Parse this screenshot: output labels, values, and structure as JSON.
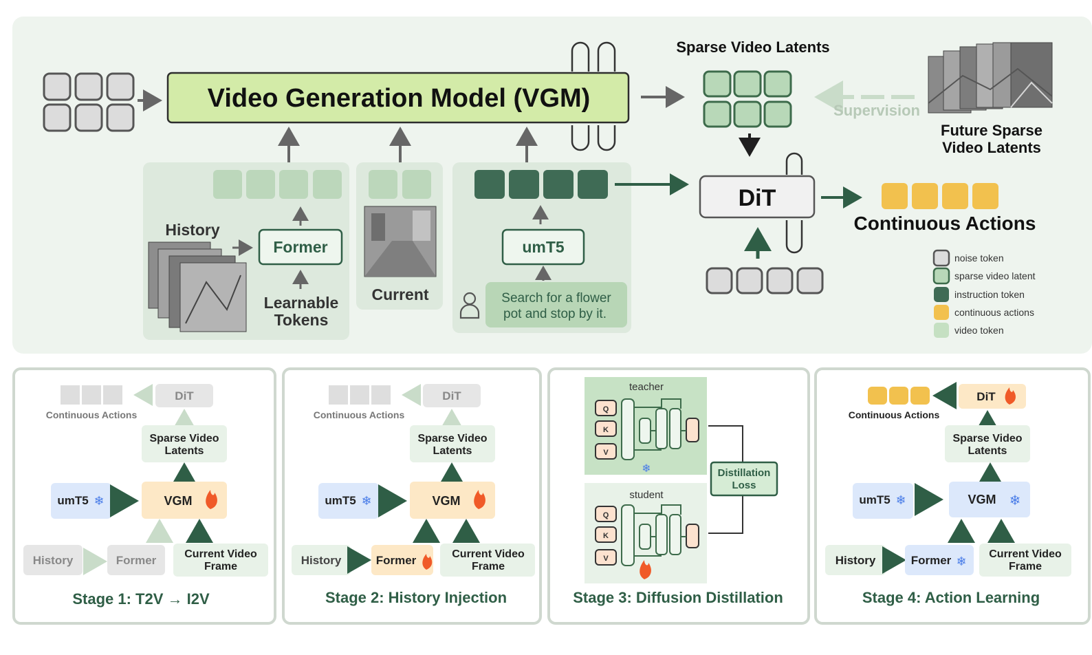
{
  "top": {
    "vgm_label": "Video Generation Model (VGM)",
    "sparse_latents_title": "Sparse Video Latents",
    "supervision_label": "Supervision",
    "future_label_1": "Future Sparse",
    "future_label_2": "Video Latents",
    "dit_label": "DiT",
    "continuous_actions_label": "Continuous Actions",
    "history_label": "History",
    "former_label": "Former",
    "learnable_1": "Learnable",
    "learnable_2": "Tokens",
    "current_label": "Current",
    "umt5_label": "umT5",
    "instruction_1": "Search for a flower",
    "instruction_2": "pot and stop by it."
  },
  "legend": [
    {
      "label": "noise token",
      "color": "#dcdcdc",
      "stroke": "#555555"
    },
    {
      "label": "sparse video latent",
      "color": "#b8d8b8",
      "stroke": "#3d6b4b"
    },
    {
      "label": "instruction token",
      "color": "#3f6b55",
      "stroke": "#3f6b55"
    },
    {
      "label": "continuous actions",
      "color": "#f2c14e",
      "stroke": "#f2c14e"
    },
    {
      "label": "video token",
      "color": "#c5e0c2",
      "stroke": "#c5e0c2"
    }
  ],
  "stages": {
    "s1": {
      "title": "Stage 1: T2V → I2V",
      "dit": "DiT",
      "actions": "Continuous Actions",
      "latents_1": "Sparse Video",
      "latents_2": "Latents",
      "umt5": "umT5",
      "vgm": "VGM",
      "history": "History",
      "former": "Former",
      "current_1": "Current Video",
      "current_2": "Frame"
    },
    "s2": {
      "title": "Stage 2: History Injection",
      "dit": "DiT",
      "actions": "Continuous Actions",
      "latents_1": "Sparse Video",
      "latents_2": "Latents",
      "umt5": "umT5",
      "vgm": "VGM",
      "history": "History",
      "former": "Former",
      "current_1": "Current Video",
      "current_2": "Frame"
    },
    "s3": {
      "title": "Stage 3: Diffusion Distillation",
      "teacher": "teacher",
      "student": "student",
      "loss_1": "Distillation",
      "loss_2": "Loss",
      "q": "Q",
      "k": "K",
      "v": "V"
    },
    "s4": {
      "title": "Stage 4: Action Learning",
      "dit": "DiT",
      "actions": "Continuous Actions",
      "latents_1": "Sparse Video",
      "latents_2": "Latents",
      "umt5": "umT5",
      "vgm": "VGM",
      "history": "History",
      "former": "Former",
      "current_1": "Current Video",
      "current_2": "Frame"
    }
  },
  "colors": {
    "panel_bg": "#eef4ee",
    "vgm_fill": "#d3eba8",
    "latent_fill": "#b8d8b8",
    "instruction_fill": "#3f6b55",
    "action_fill": "#f2c14e",
    "arrow_dark": "#2f5e46"
  }
}
